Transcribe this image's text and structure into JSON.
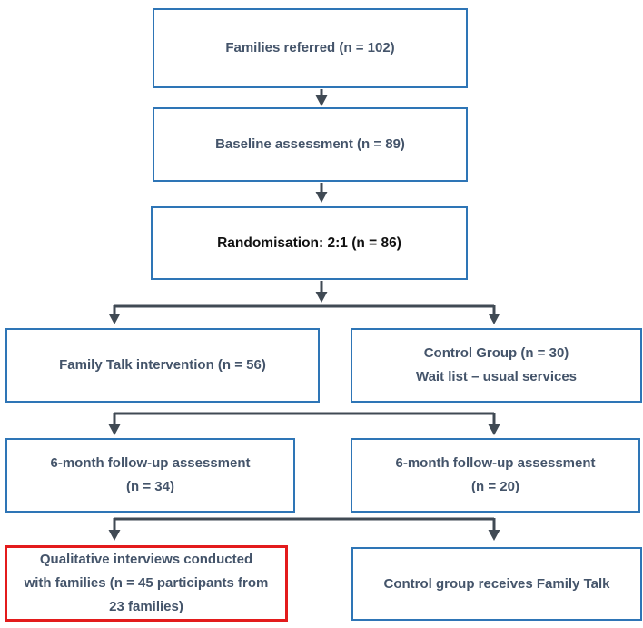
{
  "flowchart": {
    "boxes": {
      "families_referred": {
        "text": "Families referred (n = 102)"
      },
      "baseline_assessment": {
        "text": "Baseline assessment (n = 89)"
      },
      "randomisation": {
        "text": "Randomisation: 2:1 (n = 86)"
      },
      "family_talk_intervention": {
        "text": "Family Talk intervention (n = 56)"
      },
      "control_group": {
        "line1": "Control Group (n = 30)",
        "line2": "Wait list – usual services"
      },
      "followup_intervention": {
        "line1": "6-month follow-up assessment",
        "line2": "(n = 34)"
      },
      "followup_control": {
        "line1": "6-month follow-up assessment",
        "line2": "(n = 20)"
      },
      "qualitative_interviews": {
        "line1": "Qualitative interviews conducted",
        "line2": "with families (n = 45 participants from",
        "line3": "23 families)"
      },
      "control_receives_family_talk": {
        "text": "Control group receives Family Talk"
      }
    },
    "colors": {
      "box_border": "#2E75B6",
      "highlight_border": "#E31B1C",
      "text": "#44546A",
      "emphasis_text": "#111111",
      "connector": "#404A54",
      "background": "#FFFFFF"
    }
  }
}
